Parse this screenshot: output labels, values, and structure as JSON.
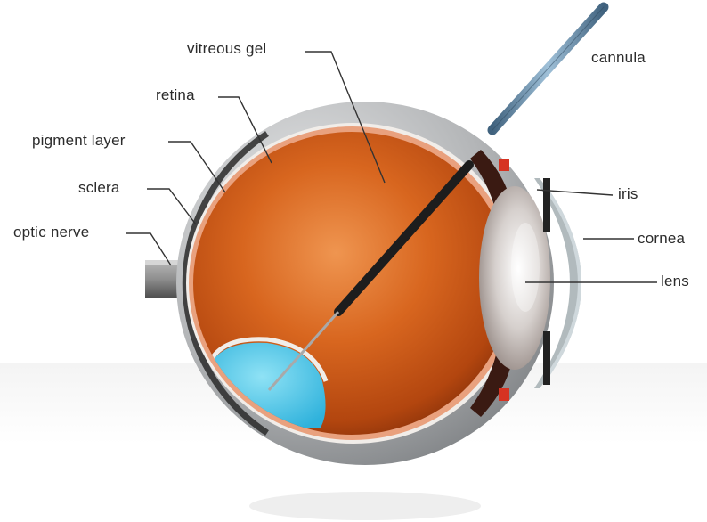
{
  "labels": {
    "vitreous_gel": "vitreous gel",
    "retina": "retina",
    "pigment_layer": "pigment layer",
    "sclera": "sclera",
    "optic_nerve": "optic nerve",
    "cannula": "cannula",
    "iris": "iris",
    "cornea": "cornea",
    "lens": "lens"
  },
  "colors": {
    "sclera": "#a4a6a8",
    "vitreous": "#cd5a18",
    "retina": "#e8a27a",
    "detached_area": "#4cc6e6",
    "cannula": "#6e8fa8",
    "leader_line": "#333333",
    "label_text": "#2b2b2b"
  }
}
